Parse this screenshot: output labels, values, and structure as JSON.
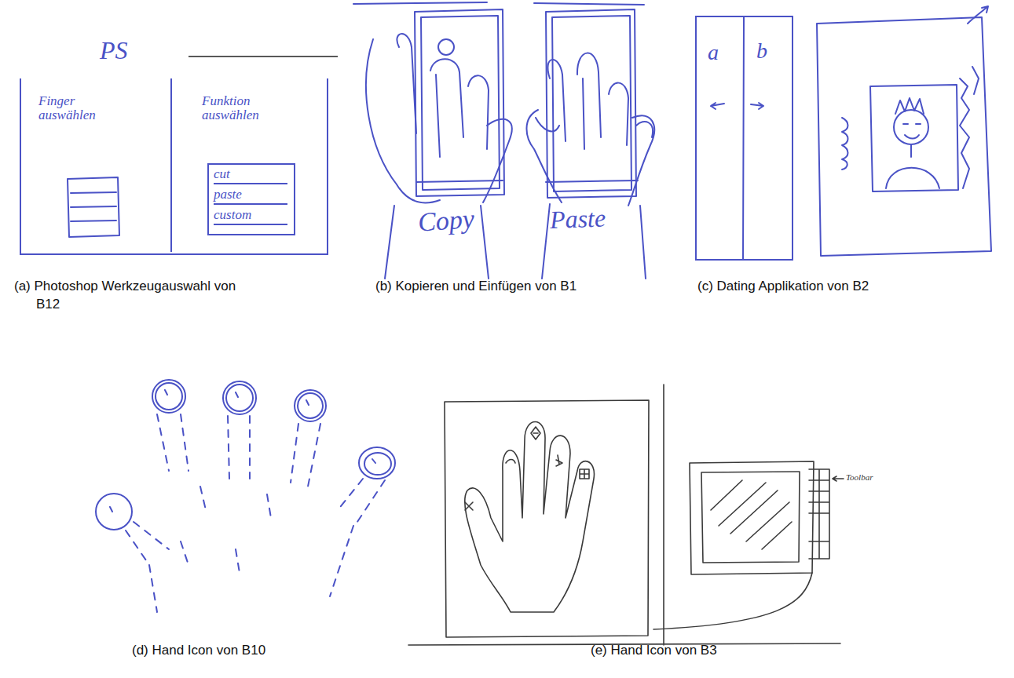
{
  "diagram": {
    "nodes": [
      {
        "text": [
          "PS"
        ]
      },
      {
        "text": [
          "Finger auswählen"
        ],
        "in": 0
      },
      {
        "text": [
          "Funktion auswählen"
        ],
        "in": 0
      },
      {
        "text": [
          "cut",
          "paste",
          "custom"
        ],
        "in": 2
      },
      {
        "text": [
          "a",
          "b"
        ]
      }
    ],
    "labels": [
      "Copy",
      "Paste",
      "Toolbar",
      "(a) Photoshop Werkzeugauswahl von B12",
      "(b) Kopieren und Einfügen von B1",
      "(c) Dating Applikation von B2",
      "(d) Hand Icon von B10",
      "(e) Hand Icon von B3"
    ]
  }
}
